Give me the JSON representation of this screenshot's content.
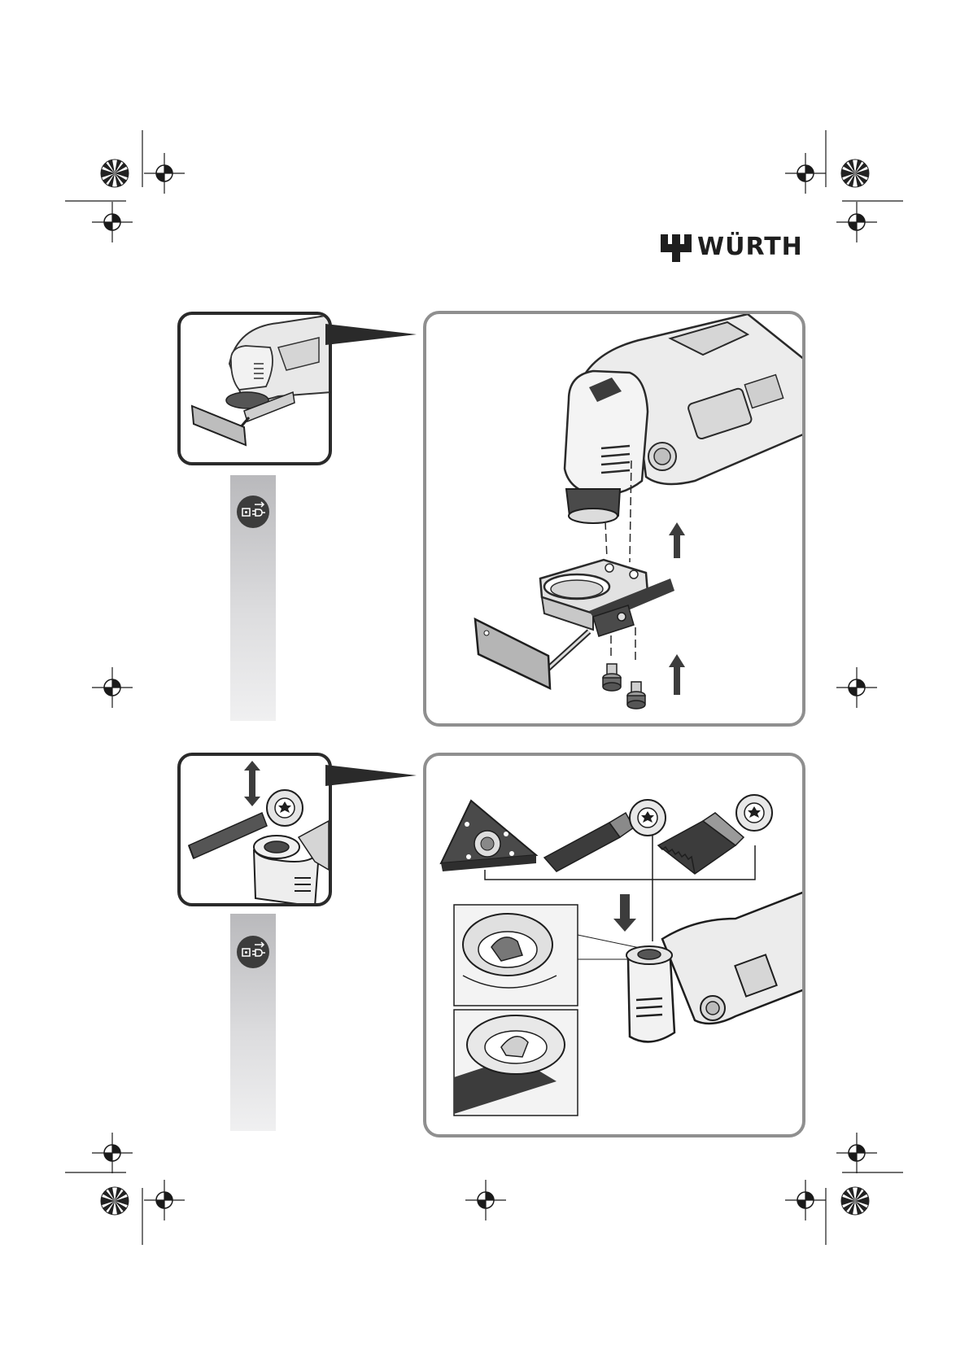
{
  "brand": {
    "name": "WÜRTH"
  },
  "icons": {
    "registration_mark": "crosshair-registration-icon",
    "color_star": "radial-star-target-icon",
    "unplug": "unplug-power-icon",
    "arrow_up": "arrow-up-icon",
    "arrow_down": "arrow-down-icon",
    "arrow_updown": "arrow-updown-icon"
  },
  "colors": {
    "frame_dark": "#2a2a2a",
    "frame_gray": "#8f8f8f",
    "bar_gray": "#c8c8ca",
    "tool_dark": "#3c3c3c",
    "tool_light": "#e6e6e6"
  },
  "steps": [
    {
      "id": "mount-depth-stop",
      "description_icon": "unplug-power-icon"
    },
    {
      "id": "change-accessory",
      "description_icon": "unplug-power-icon"
    }
  ]
}
